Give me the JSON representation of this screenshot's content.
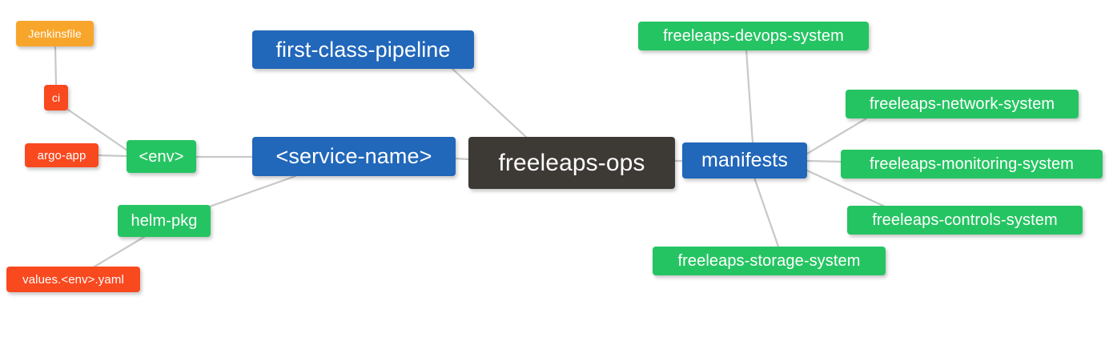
{
  "diagram": {
    "title": "freeleaps-ops repository structure mindmap",
    "type": "mindmap",
    "background": "#ffffff"
  },
  "palette": {
    "root": "#3d3935",
    "blue": "#2167ba",
    "green": "#25c462",
    "orange": "#f8a62b",
    "red": "#f9491f",
    "edge": "#c8c8c8",
    "text": "#ffffff"
  },
  "nodes": {
    "root": {
      "label": "freeleaps-ops",
      "color": "#3d3935"
    },
    "service_name": {
      "label": "<service-name>",
      "color": "#2167ba"
    },
    "first_class_pipeline": {
      "label": "first-class-pipeline",
      "color": "#2167ba"
    },
    "manifests": {
      "label": "manifests",
      "color": "#2167ba"
    },
    "env": {
      "label": "<env>",
      "color": "#25c462"
    },
    "helm_pkg": {
      "label": "helm-pkg",
      "color": "#25c462"
    },
    "jenkinsfile": {
      "label": "Jenkinsfile",
      "color": "#f8a62b"
    },
    "ci": {
      "label": "ci",
      "color": "#f9491f"
    },
    "argo_app": {
      "label": "argo-app",
      "color": "#f9491f"
    },
    "values_yaml": {
      "label": "values.<env>.yaml",
      "color": "#f9491f"
    },
    "devops_system": {
      "label": "freeleaps-devops-system",
      "color": "#25c462"
    },
    "network_system": {
      "label": "freeleaps-network-system",
      "color": "#25c462"
    },
    "monitoring_system": {
      "label": "freeleaps-monitoring-system",
      "color": "#25c462"
    },
    "controls_system": {
      "label": "freeleaps-controls-system",
      "color": "#25c462"
    },
    "storage_system": {
      "label": "freeleaps-storage-system",
      "color": "#25c462"
    }
  },
  "edges": [
    {
      "from": "jenkinsfile",
      "to": "ci"
    },
    {
      "from": "ci",
      "to": "env"
    },
    {
      "from": "argo_app",
      "to": "env"
    },
    {
      "from": "env",
      "to": "service_name"
    },
    {
      "from": "helm_pkg",
      "to": "service_name"
    },
    {
      "from": "values_yaml",
      "to": "helm_pkg"
    },
    {
      "from": "service_name",
      "to": "root"
    },
    {
      "from": "first_class_pipeline",
      "to": "root"
    },
    {
      "from": "root",
      "to": "manifests"
    },
    {
      "from": "manifests",
      "to": "devops_system"
    },
    {
      "from": "manifests",
      "to": "network_system"
    },
    {
      "from": "manifests",
      "to": "monitoring_system"
    },
    {
      "from": "manifests",
      "to": "controls_system"
    },
    {
      "from": "manifests",
      "to": "storage_system"
    }
  ]
}
